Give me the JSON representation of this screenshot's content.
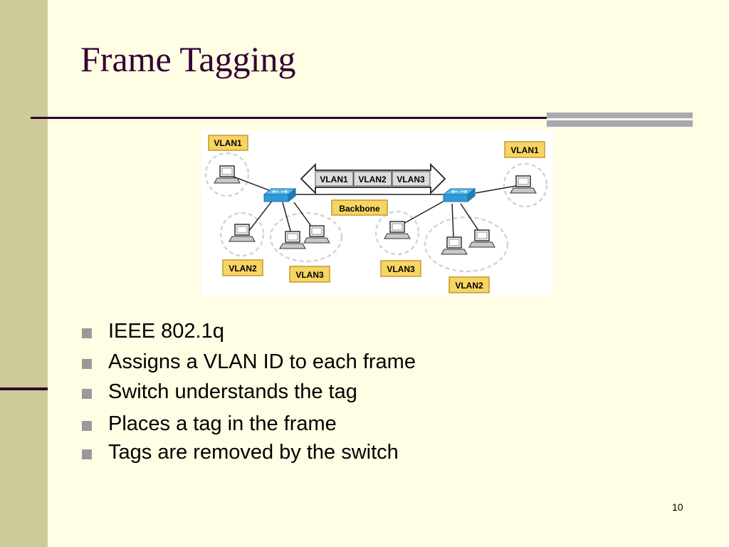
{
  "slide": {
    "title": "Frame Tagging",
    "page_number": "10"
  },
  "diagram": {
    "vlan_labels": {
      "top_left": "VLAN1",
      "top_right": "VLAN1",
      "bottom_left_1": "VLAN2",
      "bottom_left_2": "VLAN3",
      "bottom_mid": "VLAN3",
      "bottom_right": "VLAN2"
    },
    "trunk_segments": [
      "VLAN1",
      "VLAN2",
      "VLAN3"
    ],
    "backbone_label": "Backbone",
    "colors": {
      "label_fill": "#f7d564",
      "label_border": "#c59a2a",
      "switch": "#2e9bd6",
      "dashed_circle": "#d4d4d4"
    }
  },
  "bullets": [
    "IEEE 802.1q",
    "Assigns a VLAN ID to each frame",
    "Switch understands the tag",
    "Places a tag in the frame",
    "Tags are removed by the switch"
  ],
  "theme": {
    "background": "#fffde3",
    "left_band": "#cccc99",
    "title_color": "#330033",
    "bullet_color": "#999999"
  }
}
